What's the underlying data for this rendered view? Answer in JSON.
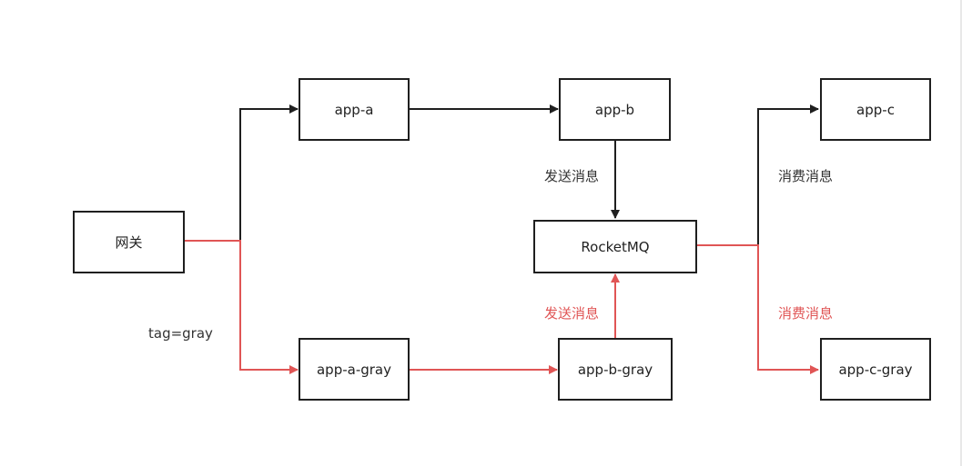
{
  "nodes": {
    "gateway": "网关",
    "app_a": "app-a",
    "app_b": "app-b",
    "app_c": "app-c",
    "rocketmq": "RocketMQ",
    "app_a_gray": "app-a-gray",
    "app_b_gray": "app-b-gray",
    "app_c_gray": "app-c-gray"
  },
  "edge_labels": {
    "send_normal": "发送消息",
    "send_gray": "发送消息",
    "consume_normal": "消费消息",
    "consume_gray": "消费消息",
    "tag": "tag=gray"
  },
  "colors": {
    "normal_line": "#1f1f1f",
    "gray_line": "#e05555"
  }
}
